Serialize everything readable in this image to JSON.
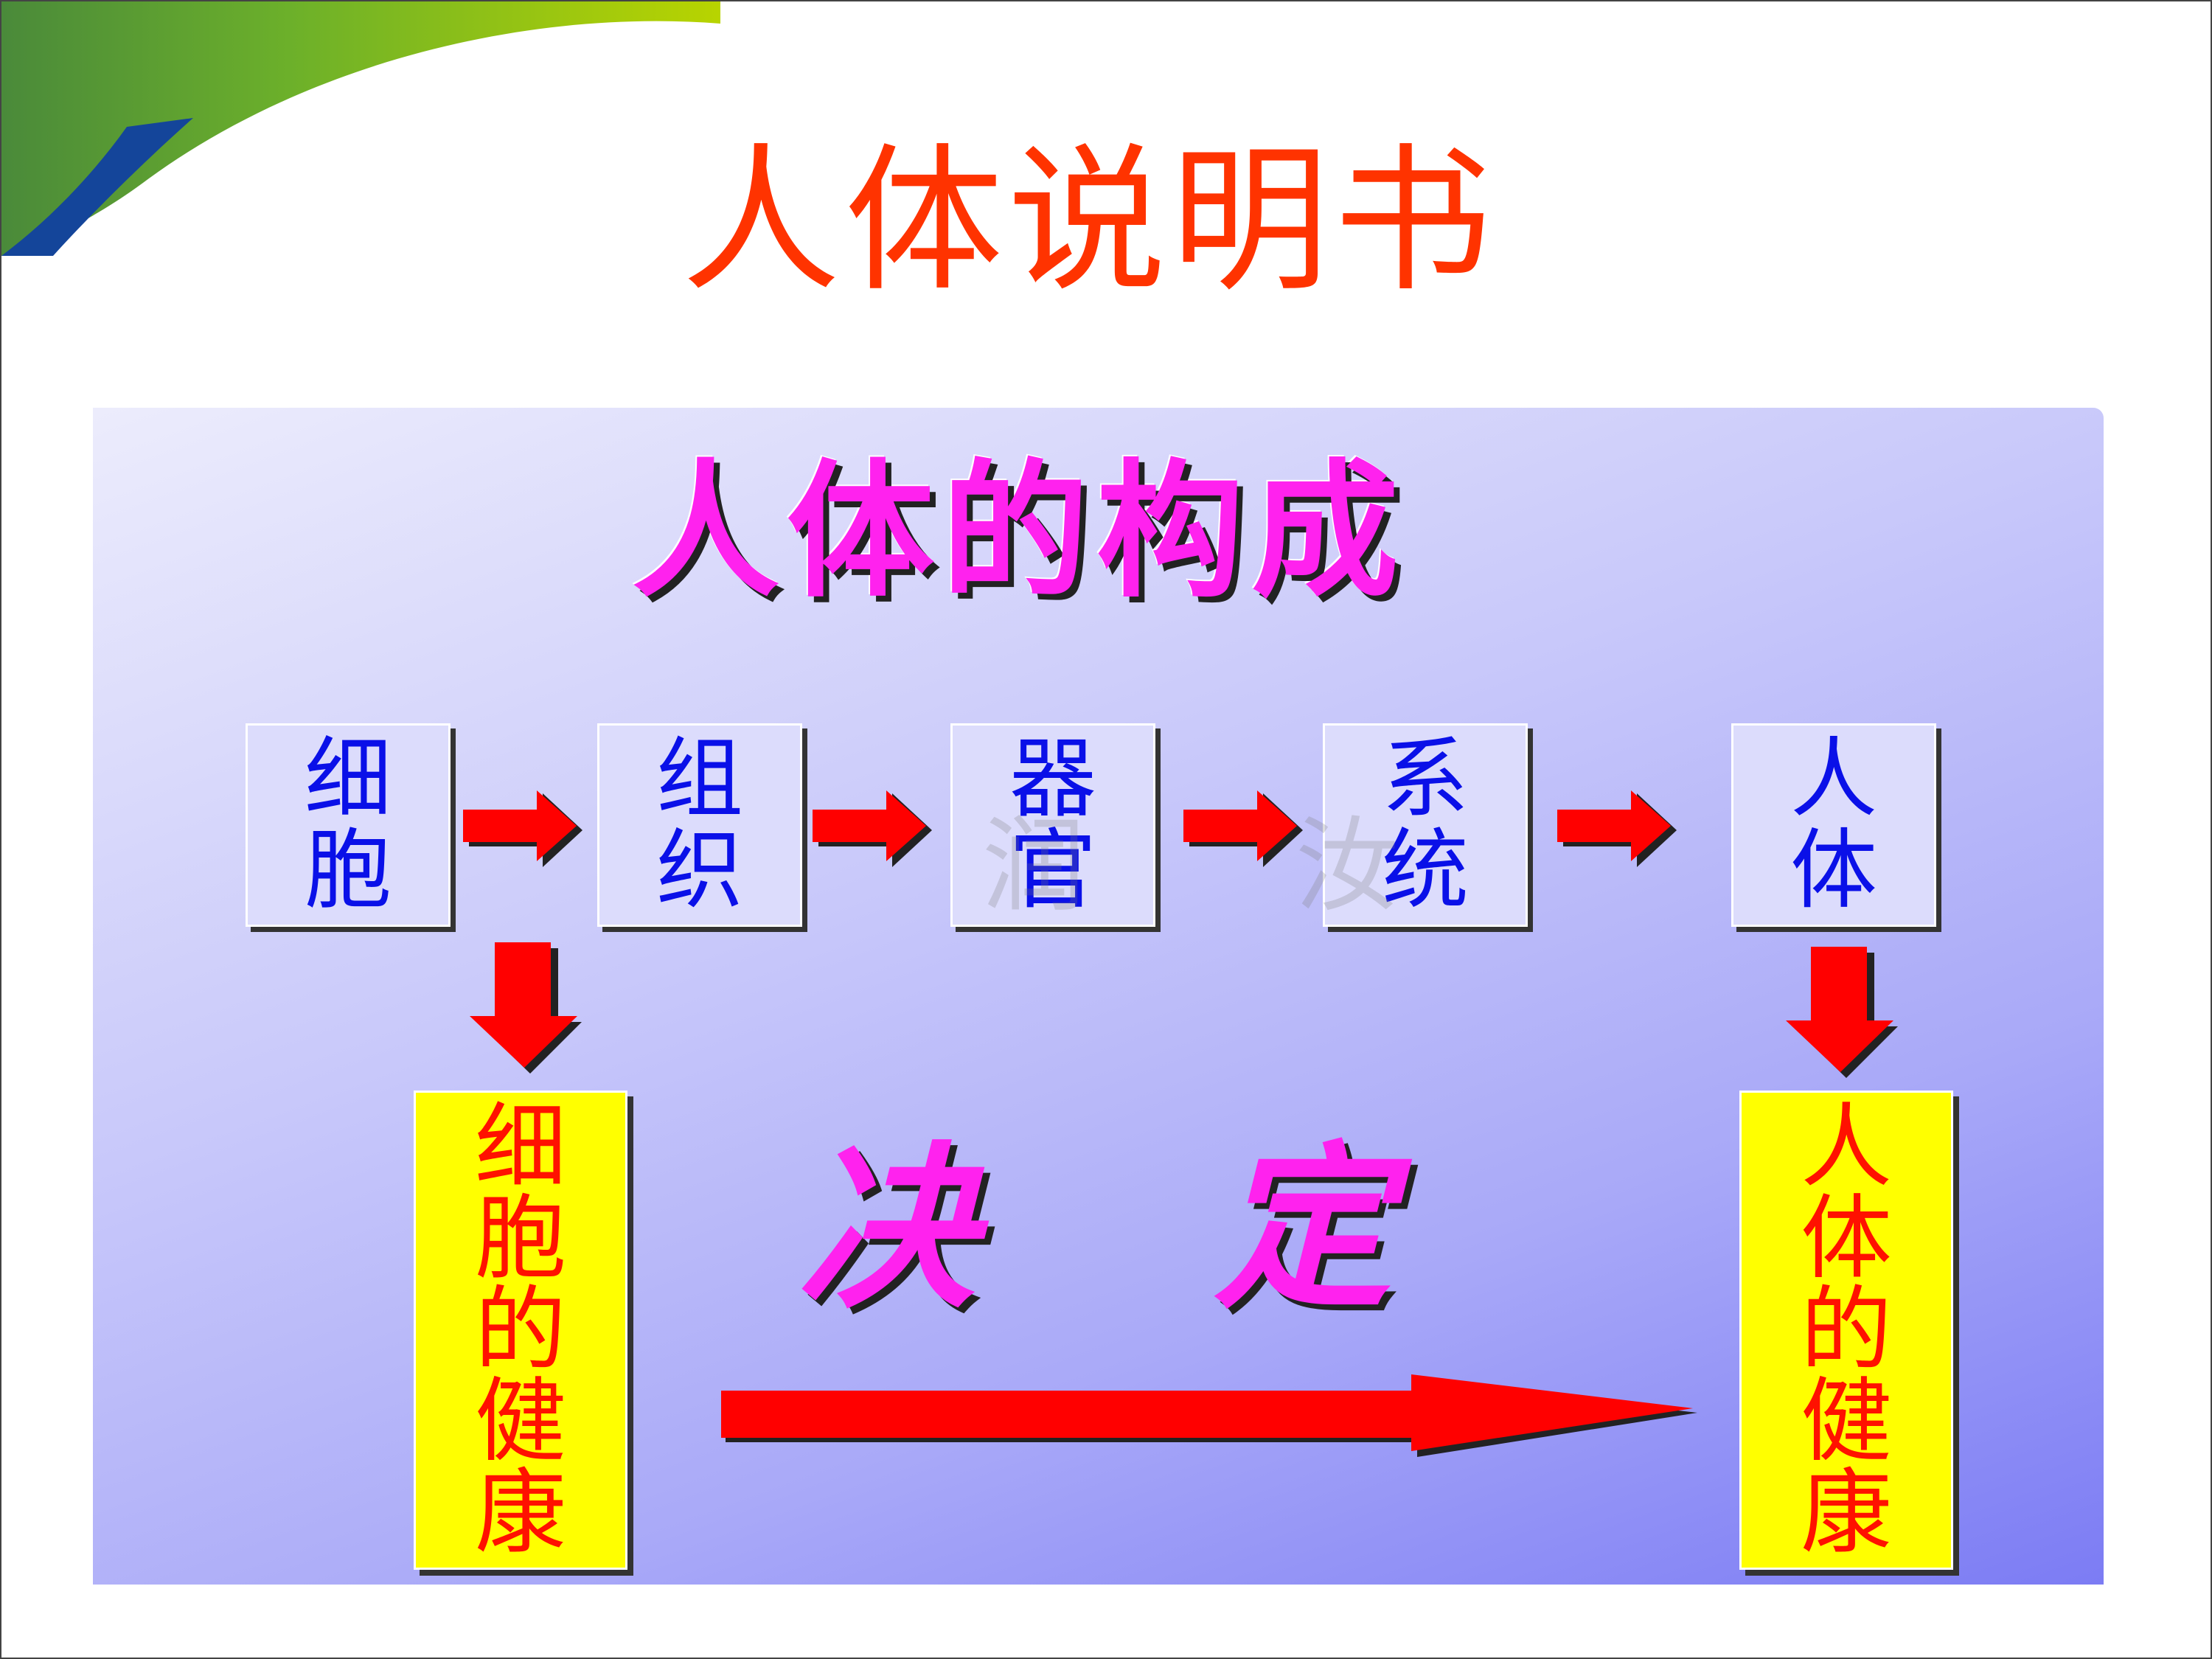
{
  "title": "人体说明书",
  "diagram": {
    "heading": "人体的构成",
    "levels": [
      {
        "chars": [
          "细",
          "胞"
        ]
      },
      {
        "chars": [
          "组",
          "织"
        ]
      },
      {
        "chars": [
          "器",
          "官"
        ]
      },
      {
        "chars": [
          "系",
          "统"
        ]
      },
      {
        "chars": [
          "人",
          "体"
        ]
      }
    ],
    "left_result": {
      "chars": [
        "细",
        "胞",
        "的",
        "健",
        "康"
      ]
    },
    "right_result": {
      "chars": [
        "人",
        "体",
        "的",
        "健",
        "康"
      ]
    },
    "relation": "决 定",
    "watermark": "润 汝"
  },
  "colors": {
    "title": "#ff3300",
    "heading": "#ff22ee",
    "box_text": "#0a10e8",
    "arrow": "#ff0000",
    "result_bg": "#ffff00"
  }
}
